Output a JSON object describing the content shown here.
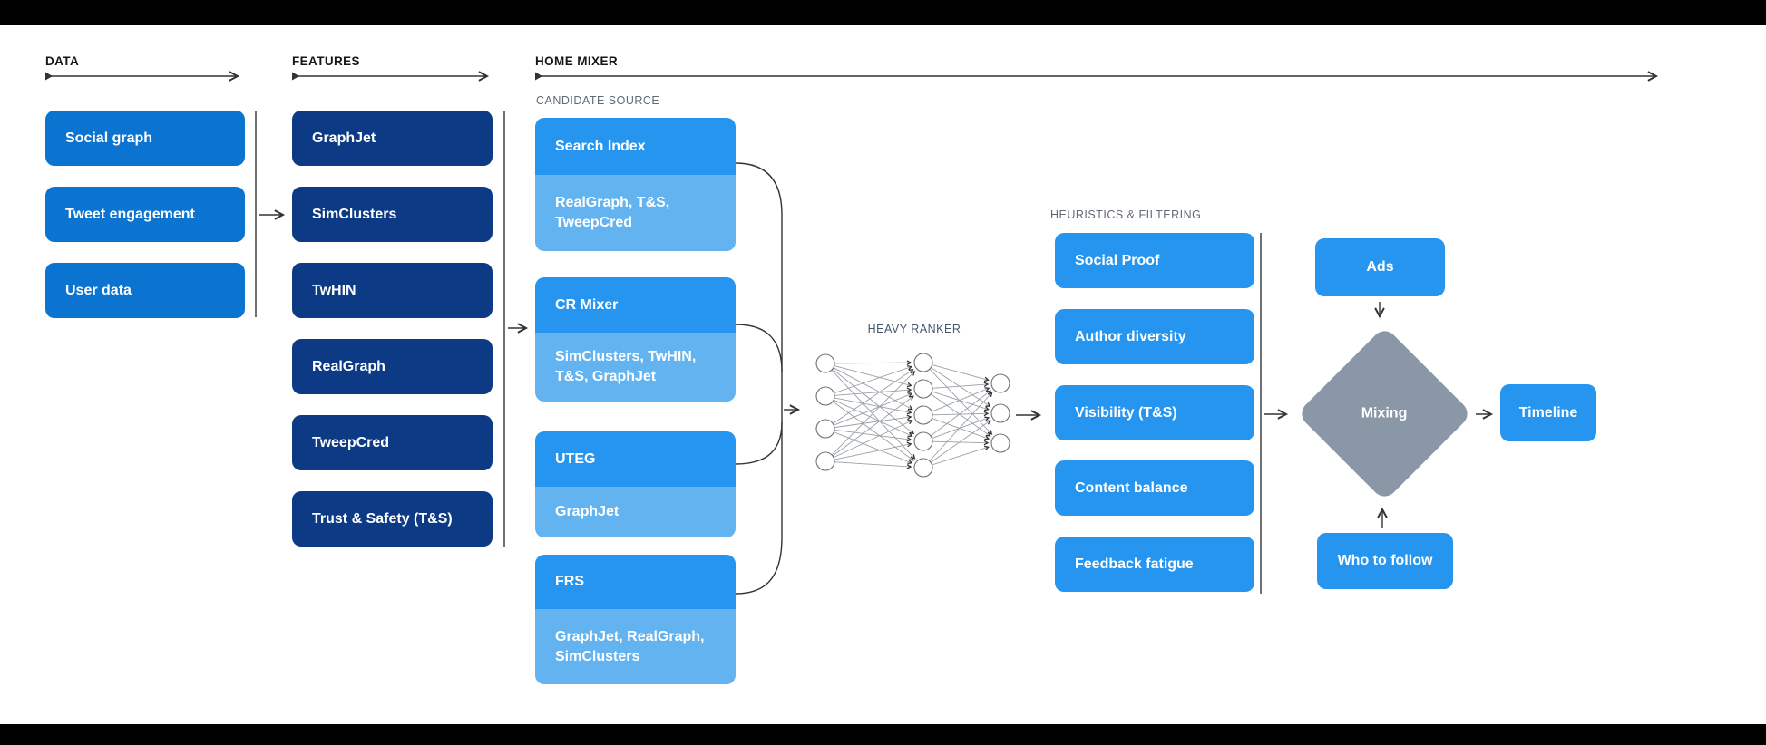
{
  "colors": {
    "data_box": "#0b73d0",
    "feature_box": "#0c3a85",
    "source_header": "#2595f0",
    "source_sub": "#62b3f0",
    "filter_box": "#2595f0",
    "mixing_diamond": "#8997a7",
    "line": "#333333",
    "section_header_text": "#161616",
    "subheader_text": "#5f6a75",
    "ranker_label_text": "#46566b"
  },
  "sections": {
    "data": {
      "label": "DATA",
      "items": [
        "Social graph",
        "Tweet engagement",
        "User data"
      ]
    },
    "features": {
      "label": "FEATURES",
      "items": [
        "GraphJet",
        "SimClusters",
        "TwHIN",
        "RealGraph",
        "TweepCred",
        "Trust & Safety (T&S)"
      ]
    },
    "home_mixer": {
      "label": "HOME MIXER",
      "candidate_source": {
        "label": "CANDIDATE SOURCE",
        "groups": [
          {
            "name": "Search Index",
            "sources": "RealGraph, T&S, TweepCred"
          },
          {
            "name": "CR Mixer",
            "sources": "SimClusters, TwHIN, T&S, GraphJet"
          },
          {
            "name": "UTEG",
            "sources": "GraphJet"
          },
          {
            "name": "FRS",
            "sources": "GraphJet, RealGraph, SimClusters"
          }
        ]
      },
      "heavy_ranker": {
        "label": "HEAVY RANKER",
        "layers": [
          4,
          5,
          3
        ]
      },
      "heuristics": {
        "label": "HEURISTICS & FILTERING",
        "items": [
          "Social Proof",
          "Author diversity",
          "Visibility (T&S)",
          "Content balance",
          "Feedback fatigue"
        ]
      },
      "mixing_stage": {
        "ads": "Ads",
        "mixing": "Mixing",
        "who_to_follow": "Who to follow",
        "timeline": "Timeline"
      }
    }
  }
}
